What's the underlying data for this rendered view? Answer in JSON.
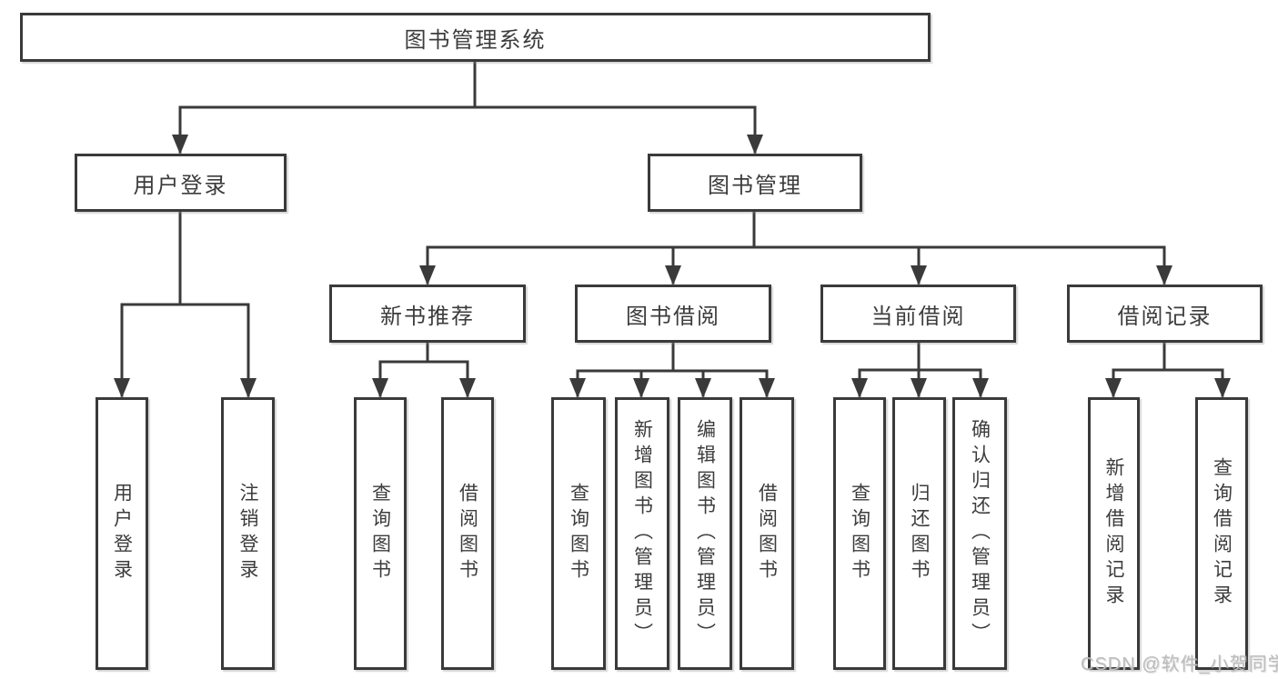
{
  "diagram": {
    "root": {
      "label": "图书管理系统"
    },
    "level2": [
      {
        "label": "用户登录"
      },
      {
        "label": "图书管理"
      }
    ],
    "level3": [
      {
        "label": "新书推荐"
      },
      {
        "label": "图书借阅"
      },
      {
        "label": "当前借阅"
      },
      {
        "label": "借阅记录"
      }
    ],
    "leaves": [
      {
        "label": "用户登录"
      },
      {
        "label": "注销登录"
      },
      {
        "label": "查询图书"
      },
      {
        "label": "借阅图书"
      },
      {
        "label": "查询图书"
      },
      {
        "label": "新增图书（管理员）"
      },
      {
        "label": "编辑图书（管理员）"
      },
      {
        "label": "借阅图书"
      },
      {
        "label": "查询图书"
      },
      {
        "label": "归还图书"
      },
      {
        "label": "确认归还（管理员）"
      },
      {
        "label": "新增借阅记录"
      },
      {
        "label": "查询借阅记录"
      }
    ],
    "colors": {
      "line": "#3a3a3a",
      "text": "#3c3c3c",
      "background": "#ffffff",
      "watermark": "#bcbcbc"
    }
  },
  "watermark": {
    "text": "CSDN @软件_小贺同学"
  }
}
